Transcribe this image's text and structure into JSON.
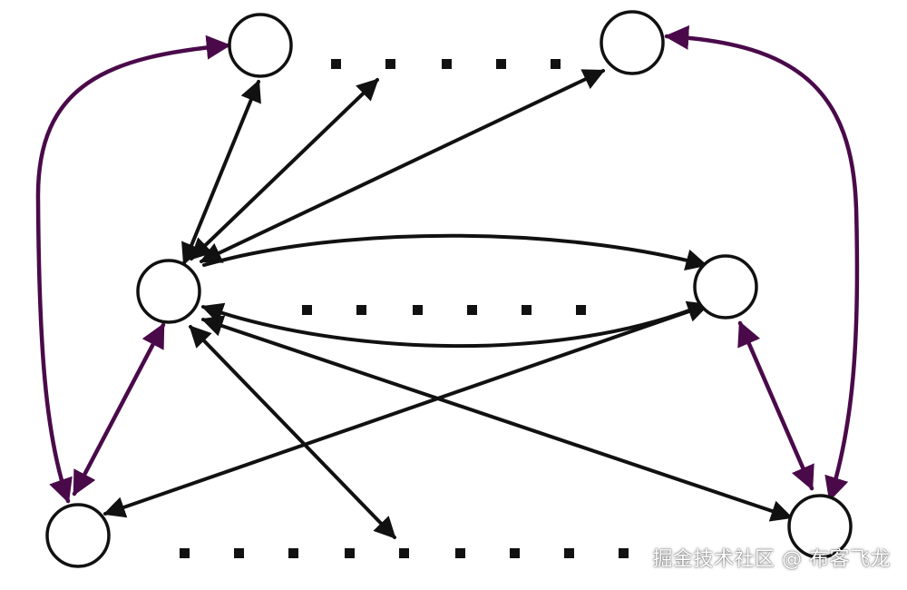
{
  "diagram": {
    "type": "network-graph",
    "colors": {
      "black_edge": "#111111",
      "purple_edge": "#4a0a4a",
      "node_stroke": "#111111",
      "dots": "#111111"
    },
    "nodes": [
      {
        "id": "top-left"
      },
      {
        "id": "top-right"
      },
      {
        "id": "mid-left"
      },
      {
        "id": "mid-right"
      },
      {
        "id": "bottom-left"
      },
      {
        "id": "bottom-right"
      }
    ],
    "edges": [
      {
        "from": "mid-left",
        "to": "top-left",
        "color": "black",
        "direction": "both"
      },
      {
        "from": "mid-left",
        "to": "top-row-gap",
        "color": "black",
        "direction": "both"
      },
      {
        "from": "mid-left",
        "to": "top-right",
        "color": "black",
        "direction": "both"
      },
      {
        "from": "mid-left",
        "to": "mid-right",
        "color": "black",
        "direction": "forward",
        "curve": "upper"
      },
      {
        "from": "mid-right",
        "to": "mid-left",
        "color": "black",
        "direction": "forward",
        "curve": "lower"
      },
      {
        "from": "mid-left",
        "to": "bottom-right",
        "color": "black",
        "direction": "both"
      },
      {
        "from": "mid-left",
        "to": "bottom-row-gap",
        "color": "black",
        "direction": "both"
      },
      {
        "from": "mid-right",
        "to": "bottom-left",
        "color": "black",
        "direction": "both"
      },
      {
        "from": "top-left",
        "to": "bottom-left",
        "color": "purple",
        "direction": "both",
        "curve": "outer-left"
      },
      {
        "from": "top-right",
        "to": "bottom-right",
        "color": "purple",
        "direction": "both",
        "curve": "outer-right"
      },
      {
        "from": "mid-left",
        "to": "bottom-left",
        "color": "purple",
        "direction": "both"
      },
      {
        "from": "mid-right",
        "to": "bottom-right",
        "color": "purple",
        "direction": "both"
      }
    ],
    "dotted_rows": [
      "top",
      "middle",
      "bottom"
    ]
  },
  "watermark": {
    "text": "掘金技术社区 @ 布客飞龙"
  }
}
